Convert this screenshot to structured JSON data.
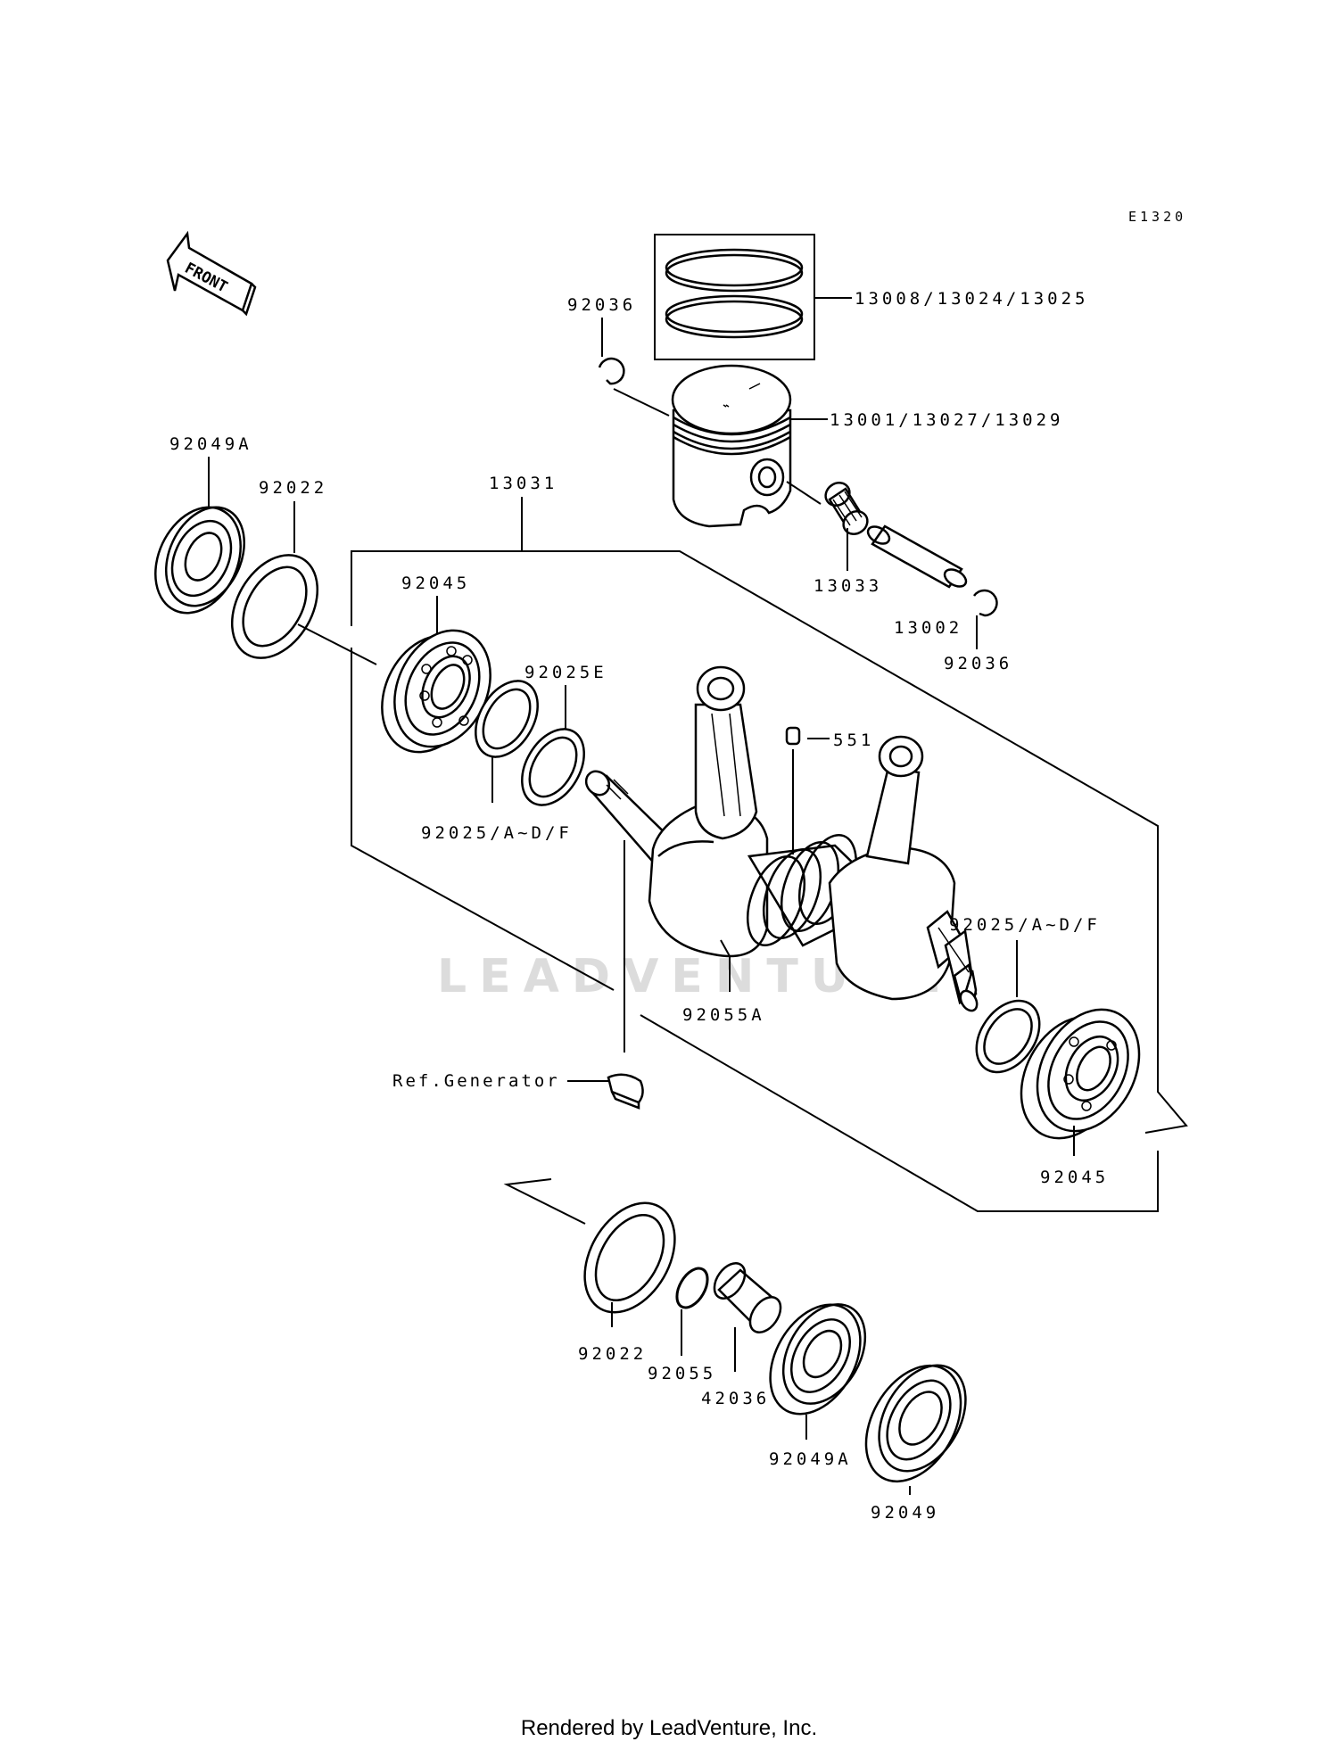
{
  "diagram_code": "E1320",
  "orientation_label": "FRONT",
  "watermark": "LEADVENTURE",
  "footer": "Rendered by LeadVenture, Inc.",
  "parts": {
    "ring_set": "13008/13024/13025",
    "piston": "13001/13027/13029",
    "circlip_top": "92036",
    "circlip_right": "92036",
    "needle_bearing": "13033",
    "piston_pin": "13002",
    "crankshaft_assy": "13031",
    "oil_seal_top": "92049A",
    "collar_top": "92022",
    "bearing_left": "92045",
    "shim_e": "92025E",
    "shim_left": "92025/A~D/F",
    "pin_551": "551",
    "shim_right": "92025/A~D/F",
    "bearing_right": "92045",
    "washer_center": "92055A",
    "ref_generator": "Ref.Generator",
    "collar_bottom": "92022",
    "oring_bottom": "92055",
    "sleeve_bottom": "42036",
    "oil_seal_bottom_a": "92049A",
    "oil_seal_bottom": "92049"
  }
}
